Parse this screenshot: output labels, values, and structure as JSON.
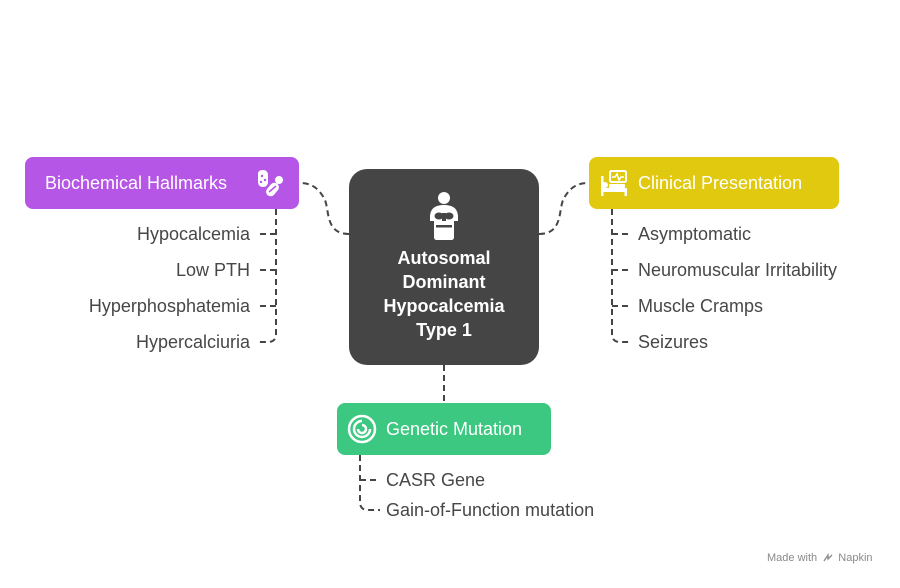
{
  "center": {
    "title": "Autosomal\nDominant\nHypocalcemia\nType 1",
    "icon": "person-with-parathyroid-icon",
    "color": "#454545"
  },
  "branches": [
    {
      "id": "biochemical",
      "label": "Biochemical Hallmarks",
      "color": "#b556e6",
      "icon": "pills-capsules-icon",
      "items": [
        "Hypocalcemia",
        "Low PTH",
        "Hyperphosphatemia",
        "Hypercalciuria"
      ]
    },
    {
      "id": "clinical",
      "label": "Clinical Presentation",
      "color": "#e0c90e",
      "icon": "patient-bed-monitor-icon",
      "items": [
        "Asymptomatic",
        "Neuromuscular Irritability",
        "Muscle Cramps",
        "Seizures"
      ]
    },
    {
      "id": "genetic",
      "label": "Genetic Mutation",
      "color": "#3cc881",
      "icon": "dna-spiral-icon",
      "items": [
        "CASR Gene",
        "Gain-of-Function mutation"
      ]
    }
  ],
  "watermark": {
    "prefix": "Made with",
    "brand": "Napkin",
    "icon": "napkin-logo-icon"
  }
}
